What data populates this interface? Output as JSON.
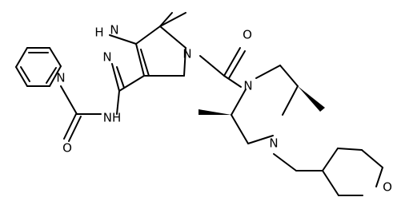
{
  "diagram": {
    "type": "chemical-structure",
    "atom_labels": {
      "pyrazole_nh": "H",
      "pyrazole_n1": "N",
      "pyrazole_n2": "N",
      "amide_nh": "NH",
      "amide_o": "O",
      "pyridine_n": "N",
      "pyrrolidine_n": "N",
      "urea_o": "O",
      "piperazine_n1": "N",
      "piperazine_n4": "N",
      "oxane_o": "O"
    }
  }
}
